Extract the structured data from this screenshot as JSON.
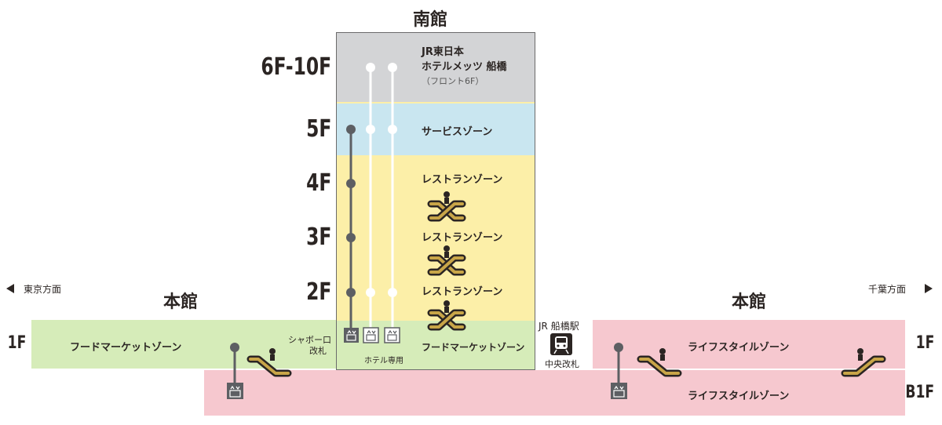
{
  "south_building": {
    "title": "南館",
    "hotel_name_line1": "JR東日本",
    "hotel_name_line2": "ホテルメッツ 船橋",
    "hotel_front": "（フロント6F）",
    "service_zone": "サービスゾーン",
    "restaurant_zone_4f": "レストランゾーン",
    "restaurant_zone_3f": "レストランゾーン",
    "restaurant_zone_2f": "レストランゾーン",
    "food_market_zone": "フードマーケットゾーン",
    "hotel_only": "ホテル専用"
  },
  "floors": {
    "f6_10": "6F-10F",
    "f5": "5F",
    "f4": "4F",
    "f3": "3F",
    "f2": "2F",
    "f1_left": "1F",
    "f1_right": "1F",
    "b1f": "B1F"
  },
  "main_building": {
    "left_title": "本館",
    "right_title": "本館",
    "left_food_market": "フードマーケットゾーン",
    "right_lifestyle_1f": "ライフスタイルゾーン",
    "lifestyle_b1f": "ライフスタイルゾーン"
  },
  "gates": {
    "shabo_line1": "シャボー口",
    "shabo_line2": "改札",
    "station_name": "JR 船橋駅",
    "central_gate": "中央改札"
  },
  "directions": {
    "tokyo": "東京方面",
    "chiba": "千葉方面"
  },
  "colors": {
    "hotel_gray": "#d3d4d6",
    "service_blue": "#c9e6f0",
    "restaurant_yellow": "#fcefa8",
    "food_green": "#d6ecb9",
    "lifestyle_pink": "#f6c8cf",
    "dark": "#2b2523",
    "elevator_gray": "#5d5f63",
    "escalator_gold": "#c8a548"
  },
  "icons": [
    "elevator-icon",
    "escalator-icon",
    "train-icon",
    "arrow-left-icon",
    "arrow-right-icon"
  ]
}
